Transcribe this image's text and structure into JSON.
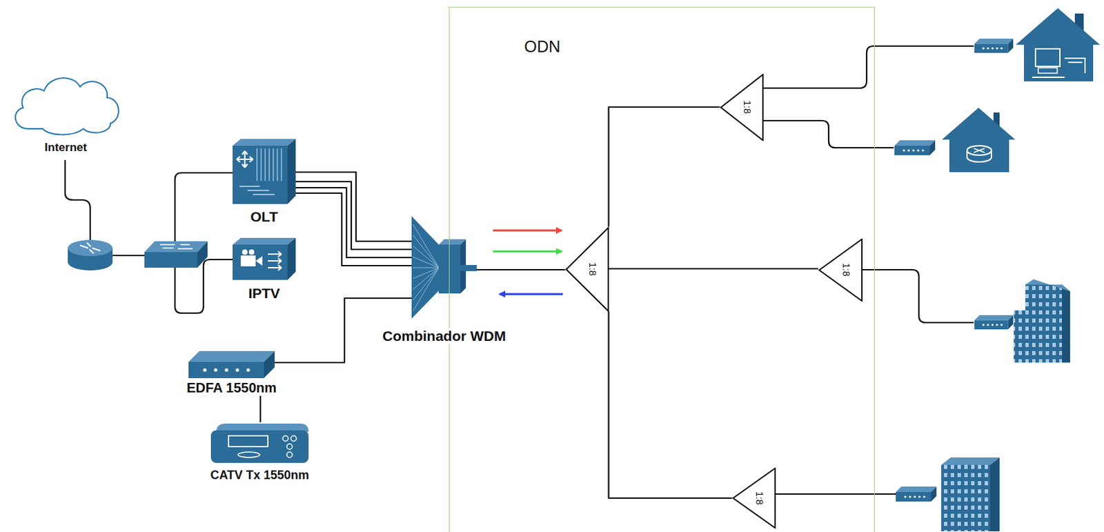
{
  "diagram": {
    "nodes": [
      {
        "text": [
          "Internet"
        ]
      },
      {
        "text": [
          "OLT"
        ]
      },
      {
        "text": [
          "IPTV"
        ]
      },
      {
        "text": [
          "EDFA 1550nm"
        ]
      },
      {
        "text": [
          "CATV Tx 1550nm"
        ]
      },
      {
        "text": [
          "Combinador WDM"
        ]
      },
      {
        "text": [
          "ODN"
        ]
      },
      {
        "text": [
          "1:8"
        ],
        "in": 6
      },
      {
        "text": [
          "1:8"
        ],
        "in": 6
      },
      {
        "text": [
          "1:8"
        ],
        "in": 6
      },
      {
        "text": [
          "1:8"
        ],
        "in": 6
      }
    ],
    "edges": [
      {
        "from": 1,
        "to": 5,
        "arrow": "none"
      },
      {
        "from": 1,
        "to": 5,
        "arrow": "none"
      },
      {
        "from": 1,
        "to": 5,
        "arrow": "none"
      },
      {
        "from": 1,
        "to": 5,
        "arrow": "none"
      },
      {
        "from": 3,
        "to": 5,
        "arrow": "none"
      },
      {
        "from": 4,
        "to": 3,
        "arrow": "none"
      },
      {
        "from": 5,
        "to": 8,
        "arrow": "none"
      },
      {
        "from": 8,
        "to": 7,
        "arrow": "none"
      },
      {
        "from": 8,
        "to": 9,
        "arrow": "none"
      },
      {
        "from": 8,
        "to": 10,
        "arrow": "none"
      }
    ]
  }
}
